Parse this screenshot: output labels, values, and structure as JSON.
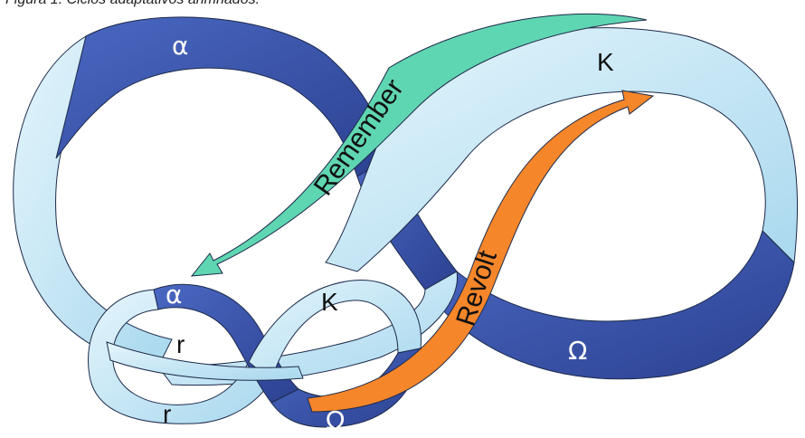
{
  "caption": "Figura 1. Ciclos adaptativos anmnados.",
  "colors": {
    "band_light": "#b9e2f2",
    "band_dark": "#3550a8",
    "remember_arrow": "#5fd6b2",
    "revolt_arrow": "#f5862a",
    "outline": "#1d2a4a"
  },
  "large_cycle": {
    "alpha": "α",
    "k": "K",
    "omega": "Ω"
  },
  "small_cycle": {
    "alpha": "α",
    "r_upper": "r",
    "r_lower": "r",
    "k": "K",
    "omega": "Ω"
  },
  "arrows": {
    "remember": "Remember",
    "revolt": "Revolt"
  }
}
